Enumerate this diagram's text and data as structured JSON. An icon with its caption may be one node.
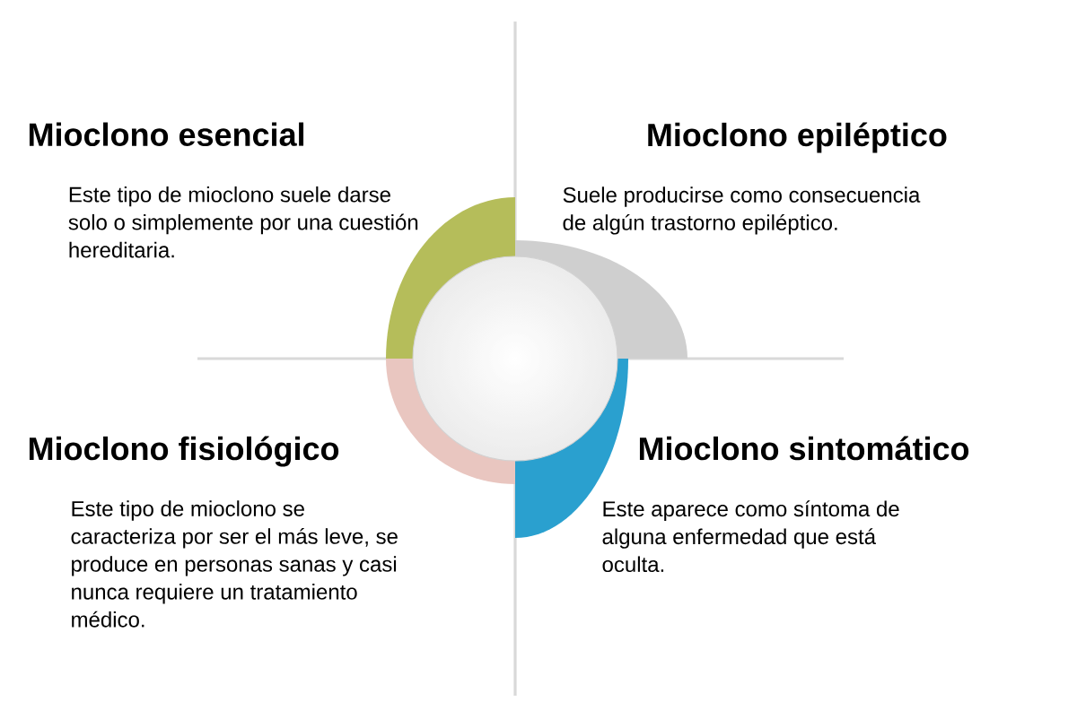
{
  "diagram": {
    "nodes": [
      {
        "text": [
          "Mioclono esencial",
          "Este tipo de mioclono suele darse solo o simplemente por una cuestión hereditaria."
        ]
      },
      {
        "text": [
          "Mioclono epiléptico",
          "Suele producirse como consecuencia de algún trastorno epiléptico."
        ]
      },
      {
        "text": [
          "Mioclono fisiológico",
          "Este tipo de mioclono se caracteriza por ser el más leve, se produce en personas sanas y casi nunca requiere un tratamiento médico."
        ]
      },
      {
        "text": [
          "Mioclono sintomático",
          "Este aparece como síntoma de alguna enfermedad que está oculta."
        ]
      }
    ]
  }
}
